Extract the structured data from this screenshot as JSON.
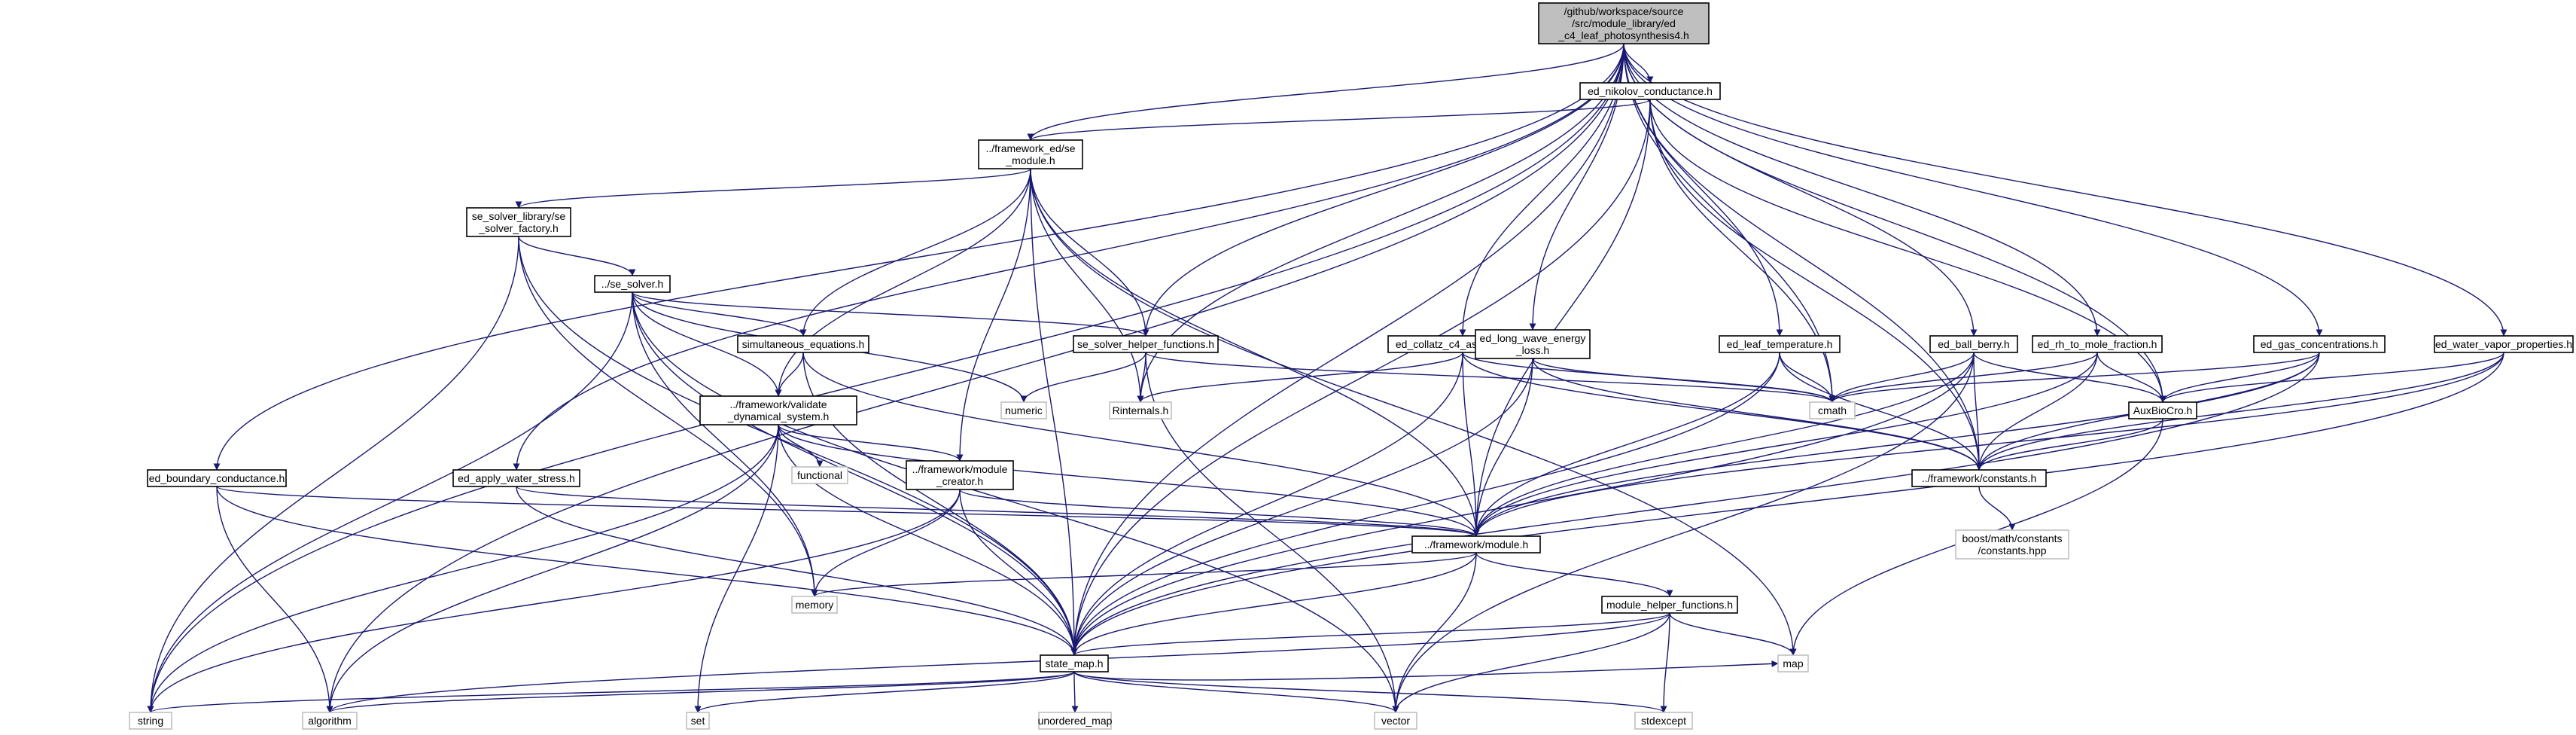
{
  "colors": {
    "edge": "#191970",
    "node_border": "#000000",
    "node_border_light": "#bfbfbf",
    "root_fill": "#bfbfbf",
    "node_fill": "#ffffff",
    "text": "#000000"
  },
  "nodes": [
    {
      "id": "root",
      "label": [
        "/github/workspace/source",
        "/src/module_library/ed",
        "_c4_leaf_photosynthesis4.h"
      ],
      "style": "root"
    },
    {
      "id": "nikolov",
      "label": [
        "ed_nikolov_conductance.h"
      ],
      "style": "box"
    },
    {
      "id": "se_module",
      "label": [
        "../framework_ed/se",
        "_module.h"
      ],
      "style": "box"
    },
    {
      "id": "se_factory",
      "label": [
        "se_solver_library/se",
        "_solver_factory.h"
      ],
      "style": "box"
    },
    {
      "id": "se_solver",
      "label": [
        "../se_solver.h"
      ],
      "style": "box"
    },
    {
      "id": "simult",
      "label": [
        "simultaneous_equations.h"
      ],
      "style": "box"
    },
    {
      "id": "helper_fn",
      "label": [
        "se_solver_helper_functions.h"
      ],
      "style": "box"
    },
    {
      "id": "collatz",
      "label": [
        "ed_collatz_c4_assimilation.h"
      ],
      "style": "box"
    },
    {
      "id": "longwave",
      "label": [
        "ed_long_wave_energy",
        "_loss.h"
      ],
      "style": "box"
    },
    {
      "id": "leaftemp",
      "label": [
        "ed_leaf_temperature.h"
      ],
      "style": "box"
    },
    {
      "id": "ballberry",
      "label": [
        "ed_ball_berry.h"
      ],
      "style": "box"
    },
    {
      "id": "rhmole",
      "label": [
        "ed_rh_to_mole_fraction.h"
      ],
      "style": "box"
    },
    {
      "id": "gasconc",
      "label": [
        "ed_gas_concentrations.h"
      ],
      "style": "box"
    },
    {
      "id": "watervapor",
      "label": [
        "ed_water_vapor_properties.h"
      ],
      "style": "box"
    },
    {
      "id": "validate",
      "label": [
        "../framework/validate",
        "_dynamical_system.h"
      ],
      "style": "box"
    },
    {
      "id": "numeric",
      "label": [
        "numeric"
      ],
      "style": "light"
    },
    {
      "id": "rinternals",
      "label": [
        "Rinternals.h"
      ],
      "style": "light"
    },
    {
      "id": "cmath",
      "label": [
        "cmath"
      ],
      "style": "light"
    },
    {
      "id": "auxbiocro",
      "label": [
        "AuxBioCro.h"
      ],
      "style": "box"
    },
    {
      "id": "functional",
      "label": [
        "functional"
      ],
      "style": "light"
    },
    {
      "id": "boundary",
      "label": [
        "ed_boundary_conductance.h"
      ],
      "style": "box"
    },
    {
      "id": "waterstress",
      "label": [
        "ed_apply_water_stress.h"
      ],
      "style": "box"
    },
    {
      "id": "modcreator",
      "label": [
        "../framework/module",
        "_creator.h"
      ],
      "style": "box"
    },
    {
      "id": "constants",
      "label": [
        "../framework/constants.h"
      ],
      "style": "box"
    },
    {
      "id": "module",
      "label": [
        "../framework/module.h"
      ],
      "style": "box"
    },
    {
      "id": "boost",
      "label": [
        "boost/math/constants",
        "/constants.hpp"
      ],
      "style": "light"
    },
    {
      "id": "memory",
      "label": [
        "memory"
      ],
      "style": "light"
    },
    {
      "id": "modhelper",
      "label": [
        "module_helper_functions.h"
      ],
      "style": "box"
    },
    {
      "id": "statemap",
      "label": [
        "state_map.h"
      ],
      "style": "box"
    },
    {
      "id": "map",
      "label": [
        "map"
      ],
      "style": "light"
    },
    {
      "id": "string",
      "label": [
        "string"
      ],
      "style": "light"
    },
    {
      "id": "algorithm",
      "label": [
        "algorithm"
      ],
      "style": "light"
    },
    {
      "id": "set",
      "label": [
        "set"
      ],
      "style": "light"
    },
    {
      "id": "unordered_map",
      "label": [
        "unordered_map"
      ],
      "style": "light"
    },
    {
      "id": "vector",
      "label": [
        "vector"
      ],
      "style": "light"
    },
    {
      "id": "stdexcept",
      "label": [
        "stdexcept"
      ],
      "style": "light"
    }
  ],
  "edges": [
    [
      "root",
      "nikolov"
    ],
    [
      "root",
      "se_module"
    ],
    [
      "root",
      "helper_fn"
    ],
    [
      "root",
      "collatz"
    ],
    [
      "root",
      "longwave"
    ],
    [
      "root",
      "leaftemp"
    ],
    [
      "root",
      "ballberry"
    ],
    [
      "root",
      "rhmole"
    ],
    [
      "root",
      "gasconc"
    ],
    [
      "root",
      "watervapor"
    ],
    [
      "root",
      "boundary"
    ],
    [
      "root",
      "waterstress"
    ],
    [
      "root",
      "statemap"
    ],
    [
      "root",
      "string"
    ],
    [
      "root",
      "algorithm"
    ],
    [
      "root",
      "rinternals"
    ],
    [
      "root",
      "cmath"
    ],
    [
      "root",
      "auxbiocro"
    ],
    [
      "root",
      "constants"
    ],
    [
      "nikolov",
      "se_module"
    ],
    [
      "nikolov",
      "cmath"
    ],
    [
      "nikolov",
      "constants"
    ],
    [
      "nikolov",
      "auxbiocro"
    ],
    [
      "nikolov",
      "module"
    ],
    [
      "nikolov",
      "statemap"
    ],
    [
      "se_module",
      "se_factory"
    ],
    [
      "se_module",
      "simult"
    ],
    [
      "se_module",
      "helper_fn"
    ],
    [
      "se_module",
      "validate"
    ],
    [
      "se_module",
      "modcreator"
    ],
    [
      "se_module",
      "module"
    ],
    [
      "se_module",
      "statemap"
    ],
    [
      "se_module",
      "rinternals"
    ],
    [
      "se_module",
      "map"
    ],
    [
      "se_factory",
      "se_solver"
    ],
    [
      "se_factory",
      "string"
    ],
    [
      "se_factory",
      "statemap"
    ],
    [
      "se_factory",
      "memory"
    ],
    [
      "se_solver",
      "simult"
    ],
    [
      "se_solver",
      "helper_fn"
    ],
    [
      "se_solver",
      "validate"
    ],
    [
      "se_solver",
      "numeric"
    ],
    [
      "se_solver",
      "memory"
    ],
    [
      "se_solver",
      "string"
    ],
    [
      "se_solver",
      "statemap"
    ],
    [
      "se_solver",
      "vector"
    ],
    [
      "simult",
      "validate"
    ],
    [
      "simult",
      "module"
    ],
    [
      "simult",
      "statemap"
    ],
    [
      "helper_fn",
      "numeric"
    ],
    [
      "helper_fn",
      "rinternals"
    ],
    [
      "helper_fn",
      "cmath"
    ],
    [
      "helper_fn",
      "vector"
    ],
    [
      "collatz",
      "cmath"
    ],
    [
      "collatz",
      "constants"
    ],
    [
      "collatz",
      "module"
    ],
    [
      "collatz",
      "statemap"
    ],
    [
      "collatz",
      "rinternals"
    ],
    [
      "longwave",
      "cmath"
    ],
    [
      "longwave",
      "constants"
    ],
    [
      "longwave",
      "module"
    ],
    [
      "longwave",
      "statemap"
    ],
    [
      "leaftemp",
      "cmath"
    ],
    [
      "leaftemp",
      "constants"
    ],
    [
      "leaftemp",
      "module"
    ],
    [
      "leaftemp",
      "statemap"
    ],
    [
      "ballberry",
      "cmath"
    ],
    [
      "ballberry",
      "auxbiocro"
    ],
    [
      "ballberry",
      "constants"
    ],
    [
      "ballberry",
      "module"
    ],
    [
      "ballberry",
      "statemap"
    ],
    [
      "ballberry",
      "vector"
    ],
    [
      "rhmole",
      "cmath"
    ],
    [
      "rhmole",
      "auxbiocro"
    ],
    [
      "rhmole",
      "constants"
    ],
    [
      "rhmole",
      "module"
    ],
    [
      "gasconc",
      "cmath"
    ],
    [
      "gasconc",
      "auxbiocro"
    ],
    [
      "gasconc",
      "constants"
    ],
    [
      "gasconc",
      "module"
    ],
    [
      "gasconc",
      "statemap"
    ],
    [
      "watervapor",
      "auxbiocro"
    ],
    [
      "watervapor",
      "constants"
    ],
    [
      "watervapor",
      "module"
    ],
    [
      "watervapor",
      "statemap"
    ],
    [
      "auxbiocro",
      "constants"
    ],
    [
      "auxbiocro",
      "map"
    ],
    [
      "constants",
      "boost"
    ],
    [
      "validate",
      "functional"
    ],
    [
      "validate",
      "modcreator"
    ],
    [
      "validate",
      "module"
    ],
    [
      "validate",
      "statemap"
    ],
    [
      "validate",
      "string"
    ],
    [
      "validate",
      "algorithm"
    ],
    [
      "validate",
      "set"
    ],
    [
      "boundary",
      "module"
    ],
    [
      "boundary",
      "statemap"
    ],
    [
      "boundary",
      "algorithm"
    ],
    [
      "waterstress",
      "module"
    ],
    [
      "waterstress",
      "statemap"
    ],
    [
      "modcreator",
      "module"
    ],
    [
      "modcreator",
      "statemap"
    ],
    [
      "modcreator",
      "memory"
    ],
    [
      "modcreator",
      "string"
    ],
    [
      "module",
      "memory"
    ],
    [
      "module",
      "modhelper"
    ],
    [
      "module",
      "statemap"
    ],
    [
      "module",
      "vector"
    ],
    [
      "modhelper",
      "statemap"
    ],
    [
      "modhelper",
      "map"
    ],
    [
      "modhelper",
      "vector"
    ],
    [
      "modhelper",
      "stdexcept"
    ],
    [
      "modhelper",
      "algorithm"
    ],
    [
      "statemap",
      "map"
    ],
    [
      "statemap",
      "string"
    ],
    [
      "statemap",
      "unordered_map"
    ],
    [
      "statemap",
      "vector"
    ],
    [
      "statemap",
      "set"
    ],
    [
      "statemap",
      "algorithm"
    ],
    [
      "statemap",
      "stdexcept"
    ]
  ]
}
